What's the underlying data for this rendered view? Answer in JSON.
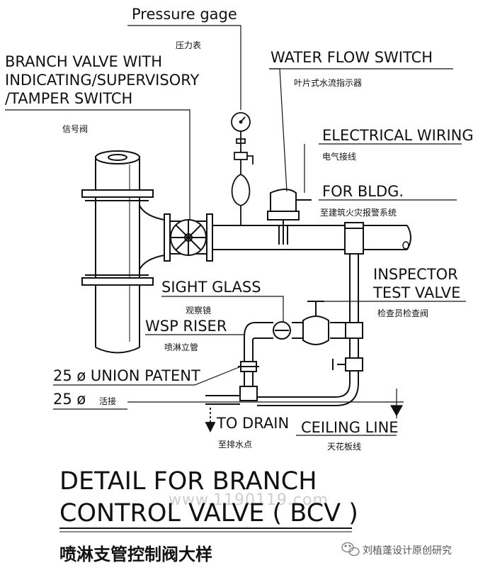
{
  "labels": {
    "pressure_gage": "Pressure gage",
    "pressure_gage_cn": "压力表",
    "branch_valve_1": "BRANCH VALVE WITH",
    "branch_valve_2": "INDICATING/SUPERVISORY",
    "branch_valve_3": "/TAMPER SWITCH",
    "branch_valve_cn": "信号阀",
    "water_flow_switch": "WATER FLOW SWITCH",
    "water_flow_switch_cn": "叶片式水流指示器",
    "electrical_wiring": "ELECTRICAL WIRING",
    "electrical_wiring_cn": "电气接线",
    "for_bldg": "FOR BLDG.",
    "for_bldg_cn": "至建筑火灾报警系统",
    "inspector_1": "INSPECTOR",
    "inspector_2": "TEST VALVE",
    "inspector_cn": "检查员检查阀",
    "sight_glass": "SIGHT GLASS",
    "sight_glass_cn": "观察镜",
    "wsp_riser": "WSP RISER",
    "wsp_riser_cn": "喷淋立管",
    "union_patent": "25 ø UNION PATENT",
    "union_size": "25 ø",
    "union_cn": "活接",
    "to_drain": "TO DRAIN",
    "to_drain_cn": "至排水点",
    "ceiling_line": "CEILING LINE",
    "ceiling_line_cn": "天花板线"
  },
  "title": {
    "line1": "DETAIL FOR BRANCH",
    "line2": "CONTROL VALVE ( BCV )",
    "cn": "喷淋支管控制阀大样"
  },
  "watermark": {
    "site": "www.1190119.com",
    "account": "刘植蓬设计原创研究"
  },
  "icons": [
    "wechat-icon"
  ]
}
